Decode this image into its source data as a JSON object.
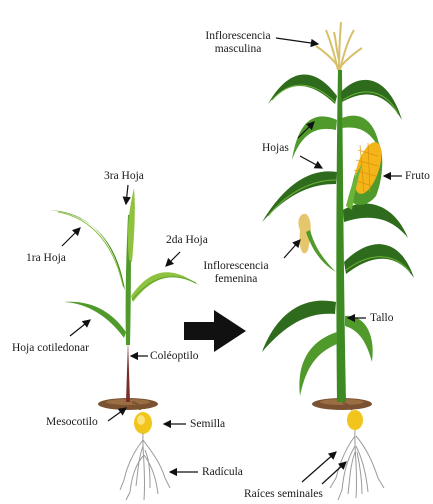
{
  "seedling": {
    "labels": {
      "hoja1": "1ra Hoja",
      "hoja2": "2da Hoja",
      "hoja3": "3ra Hoja",
      "cotiledonar": "Hoja cotiledonar",
      "coleoptilo": "Coléoptilo",
      "mesocotilo": "Mesocotilo",
      "semilla": "Semilla",
      "radicula": "Radícula"
    }
  },
  "mature": {
    "labels": {
      "infl_masc_1": "Inflorescencia",
      "infl_masc_2": "masculina",
      "hojas": "Hojas",
      "fruto": "Fruto",
      "infl_fem_1": "Inflorescencia",
      "infl_fem_2": "femenina",
      "tallo": "Tallo",
      "raices": "Raíces seminales"
    }
  },
  "colors": {
    "leaf_dark": "#2f6b1c",
    "leaf_mid": "#4f9a2a",
    "leaf_light": "#8fc23f",
    "stem": "#3e8a22",
    "coleoptile": "#7b2d2a",
    "soil": "#7a5232",
    "seed": "#f2c51c",
    "cob": "#f4b41a",
    "silk": "#e6c66d",
    "root": "#9a9a9a",
    "arrow": "#111111"
  }
}
